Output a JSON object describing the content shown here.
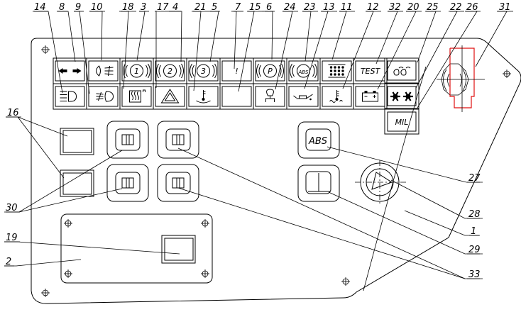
{
  "drawing": {
    "type": "instrument-panel-assembly",
    "colors": {
      "line": "#000000",
      "highlight": "#e01010",
      "background": "#ffffff"
    }
  },
  "indicators_top_row": [
    {
      "callout": "8",
      "icon": "turn-signal-arrows-icon",
      "label": ""
    },
    {
      "callout": "10",
      "icon": "low-beam-icon",
      "label": ""
    },
    {
      "callout": "3",
      "icon": "brake-circuit-1-icon",
      "label": "1"
    },
    {
      "callout": "4",
      "icon": "brake-circuit-2-icon",
      "label": "2"
    },
    {
      "callout": "5",
      "icon": "brake-circuit-3-icon",
      "label": "3"
    },
    {
      "callout": "7",
      "icon": "warning-exclamation-icon",
      "label": "!"
    },
    {
      "callout": "6",
      "icon": "parking-brake-icon",
      "label": "P"
    },
    {
      "callout": "23",
      "icon": "abs-warning-icon",
      "label": "ABS"
    },
    {
      "callout": "11",
      "icon": "dot-matrix-icon",
      "label": ""
    },
    {
      "callout": "32",
      "icon": "test-icon",
      "label": "TEST"
    }
  ],
  "indicators_bottom_row": [
    {
      "callout": "14",
      "icon": "high-beam-icon",
      "label": ""
    },
    {
      "callout": "9",
      "icon": "fog-light-icon",
      "label": ""
    },
    {
      "callout": "18",
      "icon": "heater-icon",
      "label": ""
    },
    {
      "callout": "17",
      "icon": "hazard-triangle-icon",
      "label": ""
    },
    {
      "callout": "21",
      "icon": "coolant-level-icon",
      "label": ""
    },
    {
      "callout": "15",
      "icon": "blank-indicator-icon",
      "label": ""
    },
    {
      "callout": "24",
      "icon": "driver-seat-icon",
      "label": ""
    },
    {
      "callout": "13",
      "icon": "oil-pressure-icon",
      "label": ""
    },
    {
      "callout": "12",
      "icon": "coolant-temperature-icon",
      "label": ""
    },
    {
      "callout": "20",
      "icon": "battery-icon",
      "label": ""
    }
  ],
  "indicators_right_column": [
    {
      "callout": "25",
      "icon": "glow-plug-icon",
      "label": ""
    },
    {
      "callout": "22",
      "icon": "work-lights-icon",
      "label": ""
    },
    {
      "callout": "26",
      "icon": "mil-icon",
      "label": "MIL"
    }
  ],
  "switches": {
    "abs_switch_label": "ABS",
    "rocker_callout": "30"
  },
  "callouts": {
    "c14": "14",
    "c8": "8",
    "c9": "9",
    "c10": "10",
    "c18": "18",
    "c3": "3",
    "c17": "17",
    "c4": "4",
    "c21": "21",
    "c5": "5",
    "c7": "7",
    "c15": "15",
    "c6": "6",
    "c24": "24",
    "c23": "23",
    "c13": "13",
    "c11": "11",
    "c12": "12",
    "c32": "32",
    "c20": "20",
    "c25": "25",
    "c22": "22",
    "c26": "26",
    "c31": "31",
    "c16": "16",
    "c30": "30",
    "c19": "19",
    "c2": "2",
    "c27": "27",
    "c28": "28",
    "c1": "1",
    "c29": "29",
    "c33": "33"
  }
}
